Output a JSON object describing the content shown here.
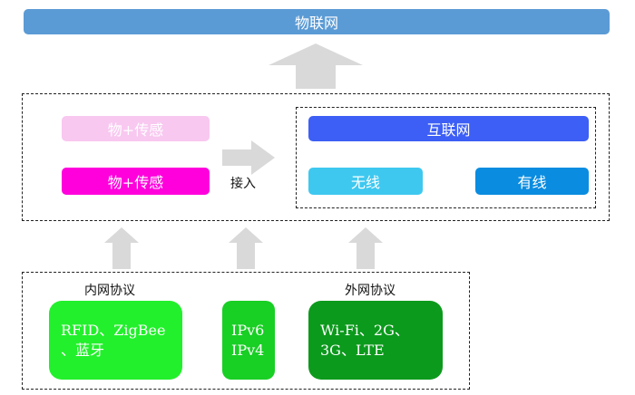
{
  "top": {
    "title": "物联网",
    "color": "#5b9bd5"
  },
  "middle": {
    "sensor_ghost": {
      "label": "物+传感",
      "color": "#f8c8f0"
    },
    "sensor": {
      "label": "物+传感",
      "color": "#ff00dd"
    },
    "access_label": "接入",
    "internet": {
      "title": {
        "label": "互联网",
        "color": "#3d5ff5"
      },
      "wireless": {
        "label": "无线",
        "color": "#3ec8f0"
      },
      "wired": {
        "label": "有线",
        "color": "#0a8ce0"
      }
    }
  },
  "bottom": {
    "inner_label": "内网协议",
    "outer_label": "外网协议",
    "inner_box": {
      "lines": [
        "RFID、ZigBee",
        "、蓝牙"
      ],
      "color": "#22f02c"
    },
    "ip_box": {
      "lines": [
        "IPv6",
        "IPv4"
      ],
      "color": "#18cf24"
    },
    "outer_box": {
      "lines": [
        "Wi-Fi、2G、",
        "3G、LTE"
      ],
      "color": "#0c9a1c"
    }
  },
  "arrow_color": "#d9d9d9"
}
